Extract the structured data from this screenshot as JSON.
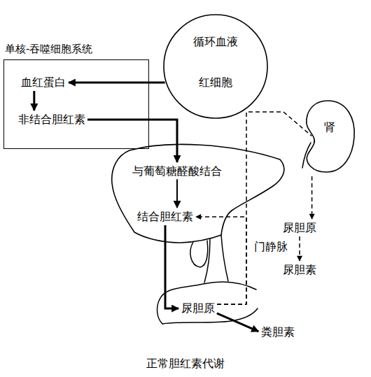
{
  "diagram": {
    "caption": "正常胆红素代谢",
    "nodes": [
      {
        "text": [
          "单核-吞噬细胞系统"
        ]
      },
      {
        "text": [
          "血红蛋白"
        ],
        "in": 0
      },
      {
        "text": [
          "非结合胆红素"
        ],
        "in": 0
      },
      {
        "text": [
          "循环血液",
          "红细胞"
        ]
      },
      {
        "text": [
          "与葡萄糖醛酸结合"
        ]
      },
      {
        "text": [
          "结合胆红素"
        ],
        "in": 4
      },
      {
        "text": [
          "尿胆原"
        ]
      },
      {
        "text": [
          "肾"
        ]
      },
      {
        "text": [
          "尿胆原"
        ]
      },
      {
        "text": [
          "尿胆素"
        ]
      },
      {
        "text": [
          "粪胆素"
        ]
      }
    ],
    "edges": [
      {
        "from": 3,
        "to": 1,
        "arrow": "to"
      },
      {
        "from": 1,
        "to": 2,
        "arrow": "to"
      },
      {
        "from": 2,
        "to": 4,
        "arrow": "to"
      },
      {
        "from": 4,
        "to": 5,
        "arrow": "to"
      },
      {
        "from": 5,
        "to": 6,
        "arrow": "to"
      },
      {
        "from": 6,
        "to": 10,
        "arrow": "to"
      },
      {
        "from": 6,
        "to": 5,
        "arrow": "to"
      },
      {
        "from": 6,
        "to": 7,
        "arrow": "none"
      },
      {
        "from": 7,
        "to": 8,
        "arrow": "to"
      },
      {
        "from": 8,
        "to": 9,
        "arrow": "to"
      }
    ],
    "labels": [
      "门静脉"
    ]
  }
}
